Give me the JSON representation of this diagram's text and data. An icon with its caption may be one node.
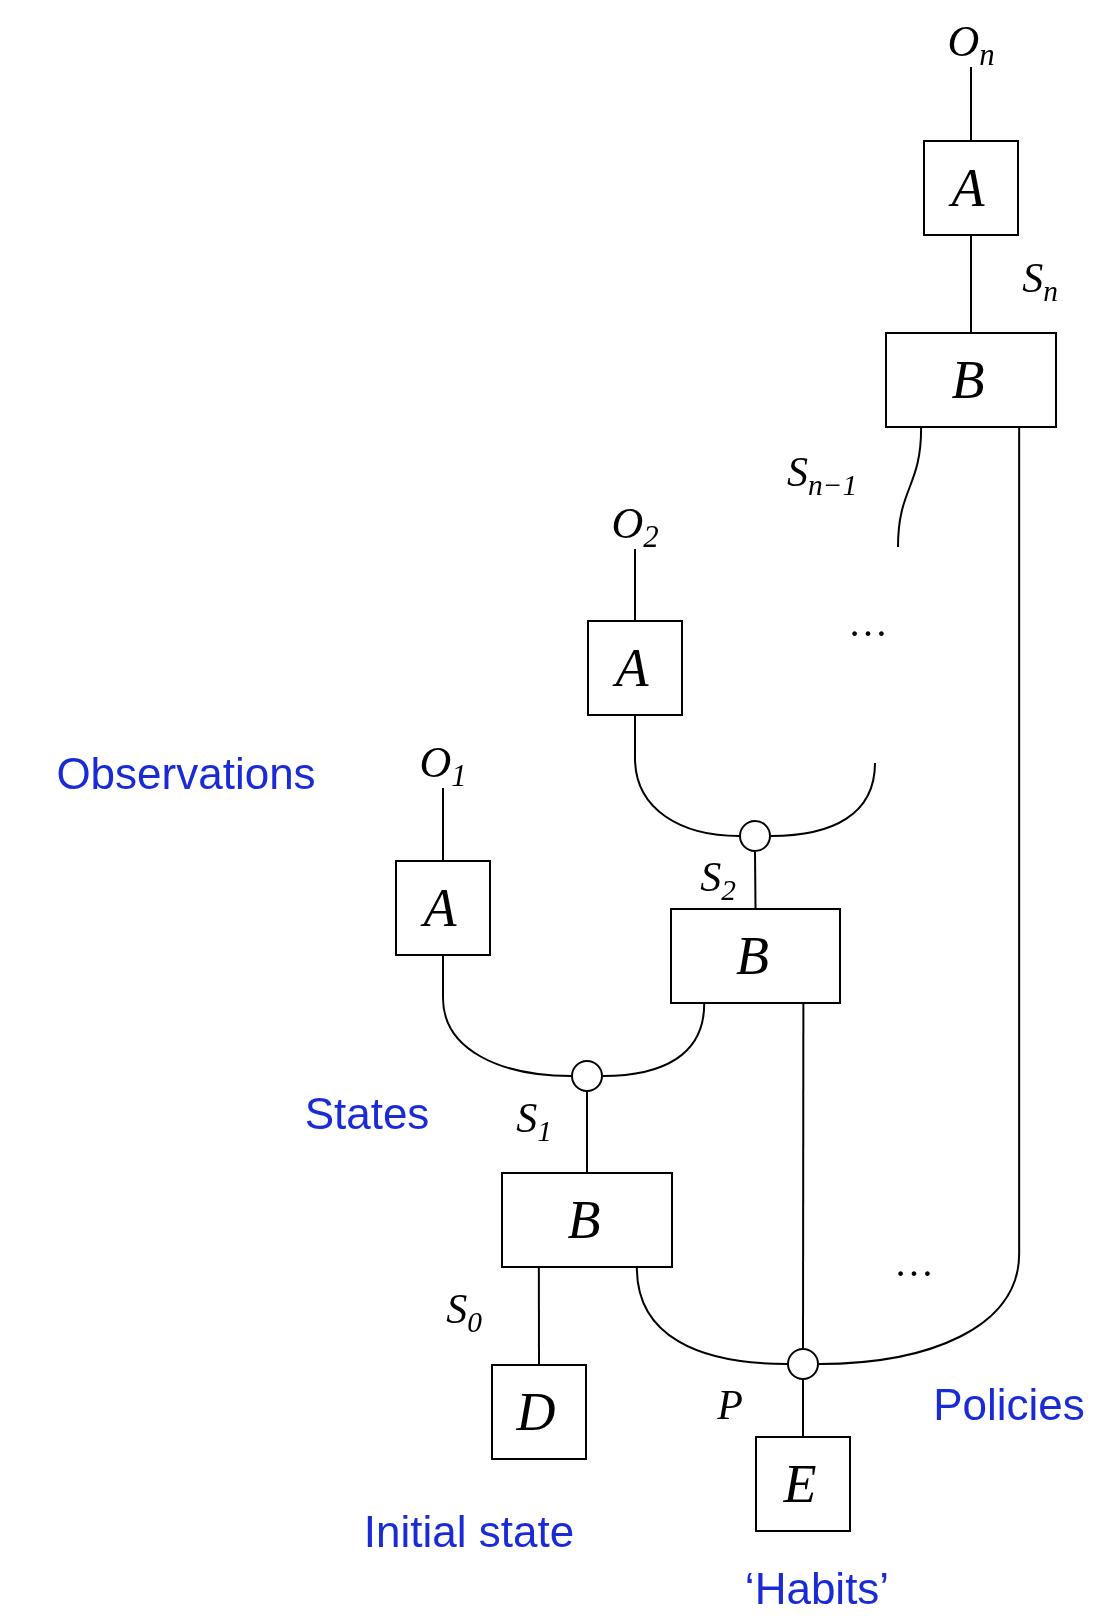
{
  "diagram": {
    "nodes": [
      {
        "text": [
          "O$_{n}$"
        ]
      },
      {
        "text": [
          "A"
        ]
      },
      {
        "text": [
          "B"
        ]
      },
      {
        "text": [
          "O$_{2}$"
        ]
      },
      {
        "text": [
          "A"
        ]
      },
      {
        "text": [
          "O$_{1}$"
        ]
      },
      {
        "text": [
          "A"
        ]
      },
      {
        "text": [],
        "shape": "circle"
      },
      {
        "text": [
          "B"
        ]
      },
      {
        "text": [],
        "shape": "circle"
      },
      {
        "text": [
          "B"
        ]
      },
      {
        "text": [],
        "shape": "circle"
      },
      {
        "text": [
          "D"
        ]
      },
      {
        "text": [
          "E"
        ]
      }
    ],
    "edges": [
      {
        "from": 0,
        "to": 1,
        "arrow": "none"
      },
      {
        "from": 1,
        "to": 2,
        "arrow": "none",
        "label": "S$_{n}$"
      },
      {
        "from": 2,
        "to": null,
        "arrow": "none",
        "label": "S$_{n−1}$"
      },
      {
        "from": null,
        "to": 7,
        "arrow": "none"
      },
      {
        "from": 3,
        "to": 4,
        "arrow": "none"
      },
      {
        "from": 4,
        "to": 7,
        "arrow": "none"
      },
      {
        "from": 5,
        "to": 6,
        "arrow": "none"
      },
      {
        "from": 7,
        "to": 8,
        "arrow": "none",
        "label": "S$_{2}$"
      },
      {
        "from": 8,
        "to": 9,
        "arrow": "none"
      },
      {
        "from": 6,
        "to": 9,
        "arrow": "none"
      },
      {
        "from": 9,
        "to": 10,
        "arrow": "none",
        "label": "S$_{1}$"
      },
      {
        "from": 10,
        "to": 12,
        "arrow": "none",
        "label": "S$_{0}$"
      },
      {
        "from": 10,
        "to": 11,
        "arrow": "none"
      },
      {
        "from": 8,
        "to": 11,
        "arrow": "none"
      },
      {
        "from": 2,
        "to": 11,
        "arrow": "none"
      },
      {
        "from": 11,
        "to": 13,
        "arrow": "none",
        "label": "P"
      }
    ],
    "labels": [
      "…",
      "Observations",
      "States",
      "…",
      "Policies",
      "Initial state",
      "‘Habits’"
    ]
  }
}
